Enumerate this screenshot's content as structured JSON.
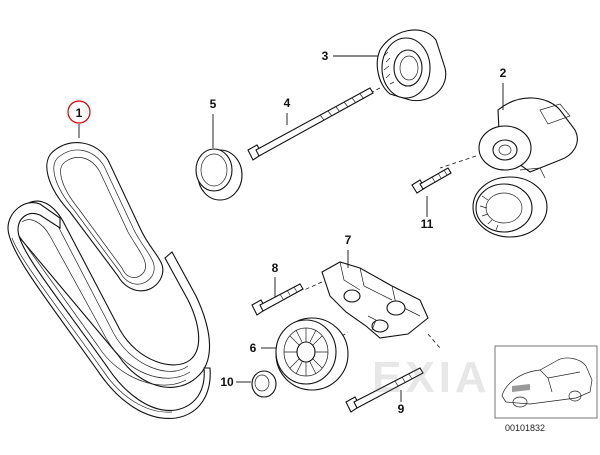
{
  "diagram": {
    "callouts": {
      "c1": "1",
      "c2": "2",
      "c3": "3",
      "c4": "4",
      "c5": "5",
      "c6": "6",
      "c7": "7",
      "c8": "8",
      "c9": "9",
      "c10": "10",
      "c11": "11"
    },
    "highlighted_callout": "1",
    "highlight_color": "#d00000",
    "watermark": "EXIA",
    "document_number": "00101832"
  }
}
